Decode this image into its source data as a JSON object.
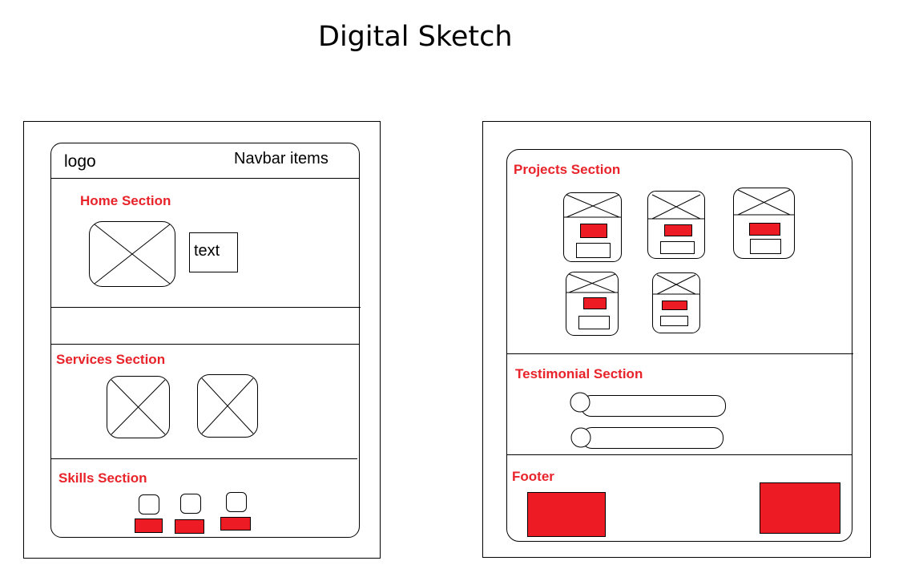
{
  "page": {
    "title": "Digital Sketch"
  },
  "left_wireframe": {
    "navbar": {
      "logo": "logo",
      "items": "Navbar items"
    },
    "home": {
      "label": "Home Section",
      "text": "text"
    },
    "services": {
      "label": "Services Section"
    },
    "skills": {
      "label": "Skills Section"
    }
  },
  "right_wireframe": {
    "projects": {
      "label": "Projects Section"
    },
    "testimonial": {
      "label": "Testimonial Section"
    },
    "footer": {
      "label": "Footer"
    }
  },
  "colors": {
    "accent": "#e8232a",
    "block_fill": "#ed1c24",
    "line": "#000000"
  }
}
